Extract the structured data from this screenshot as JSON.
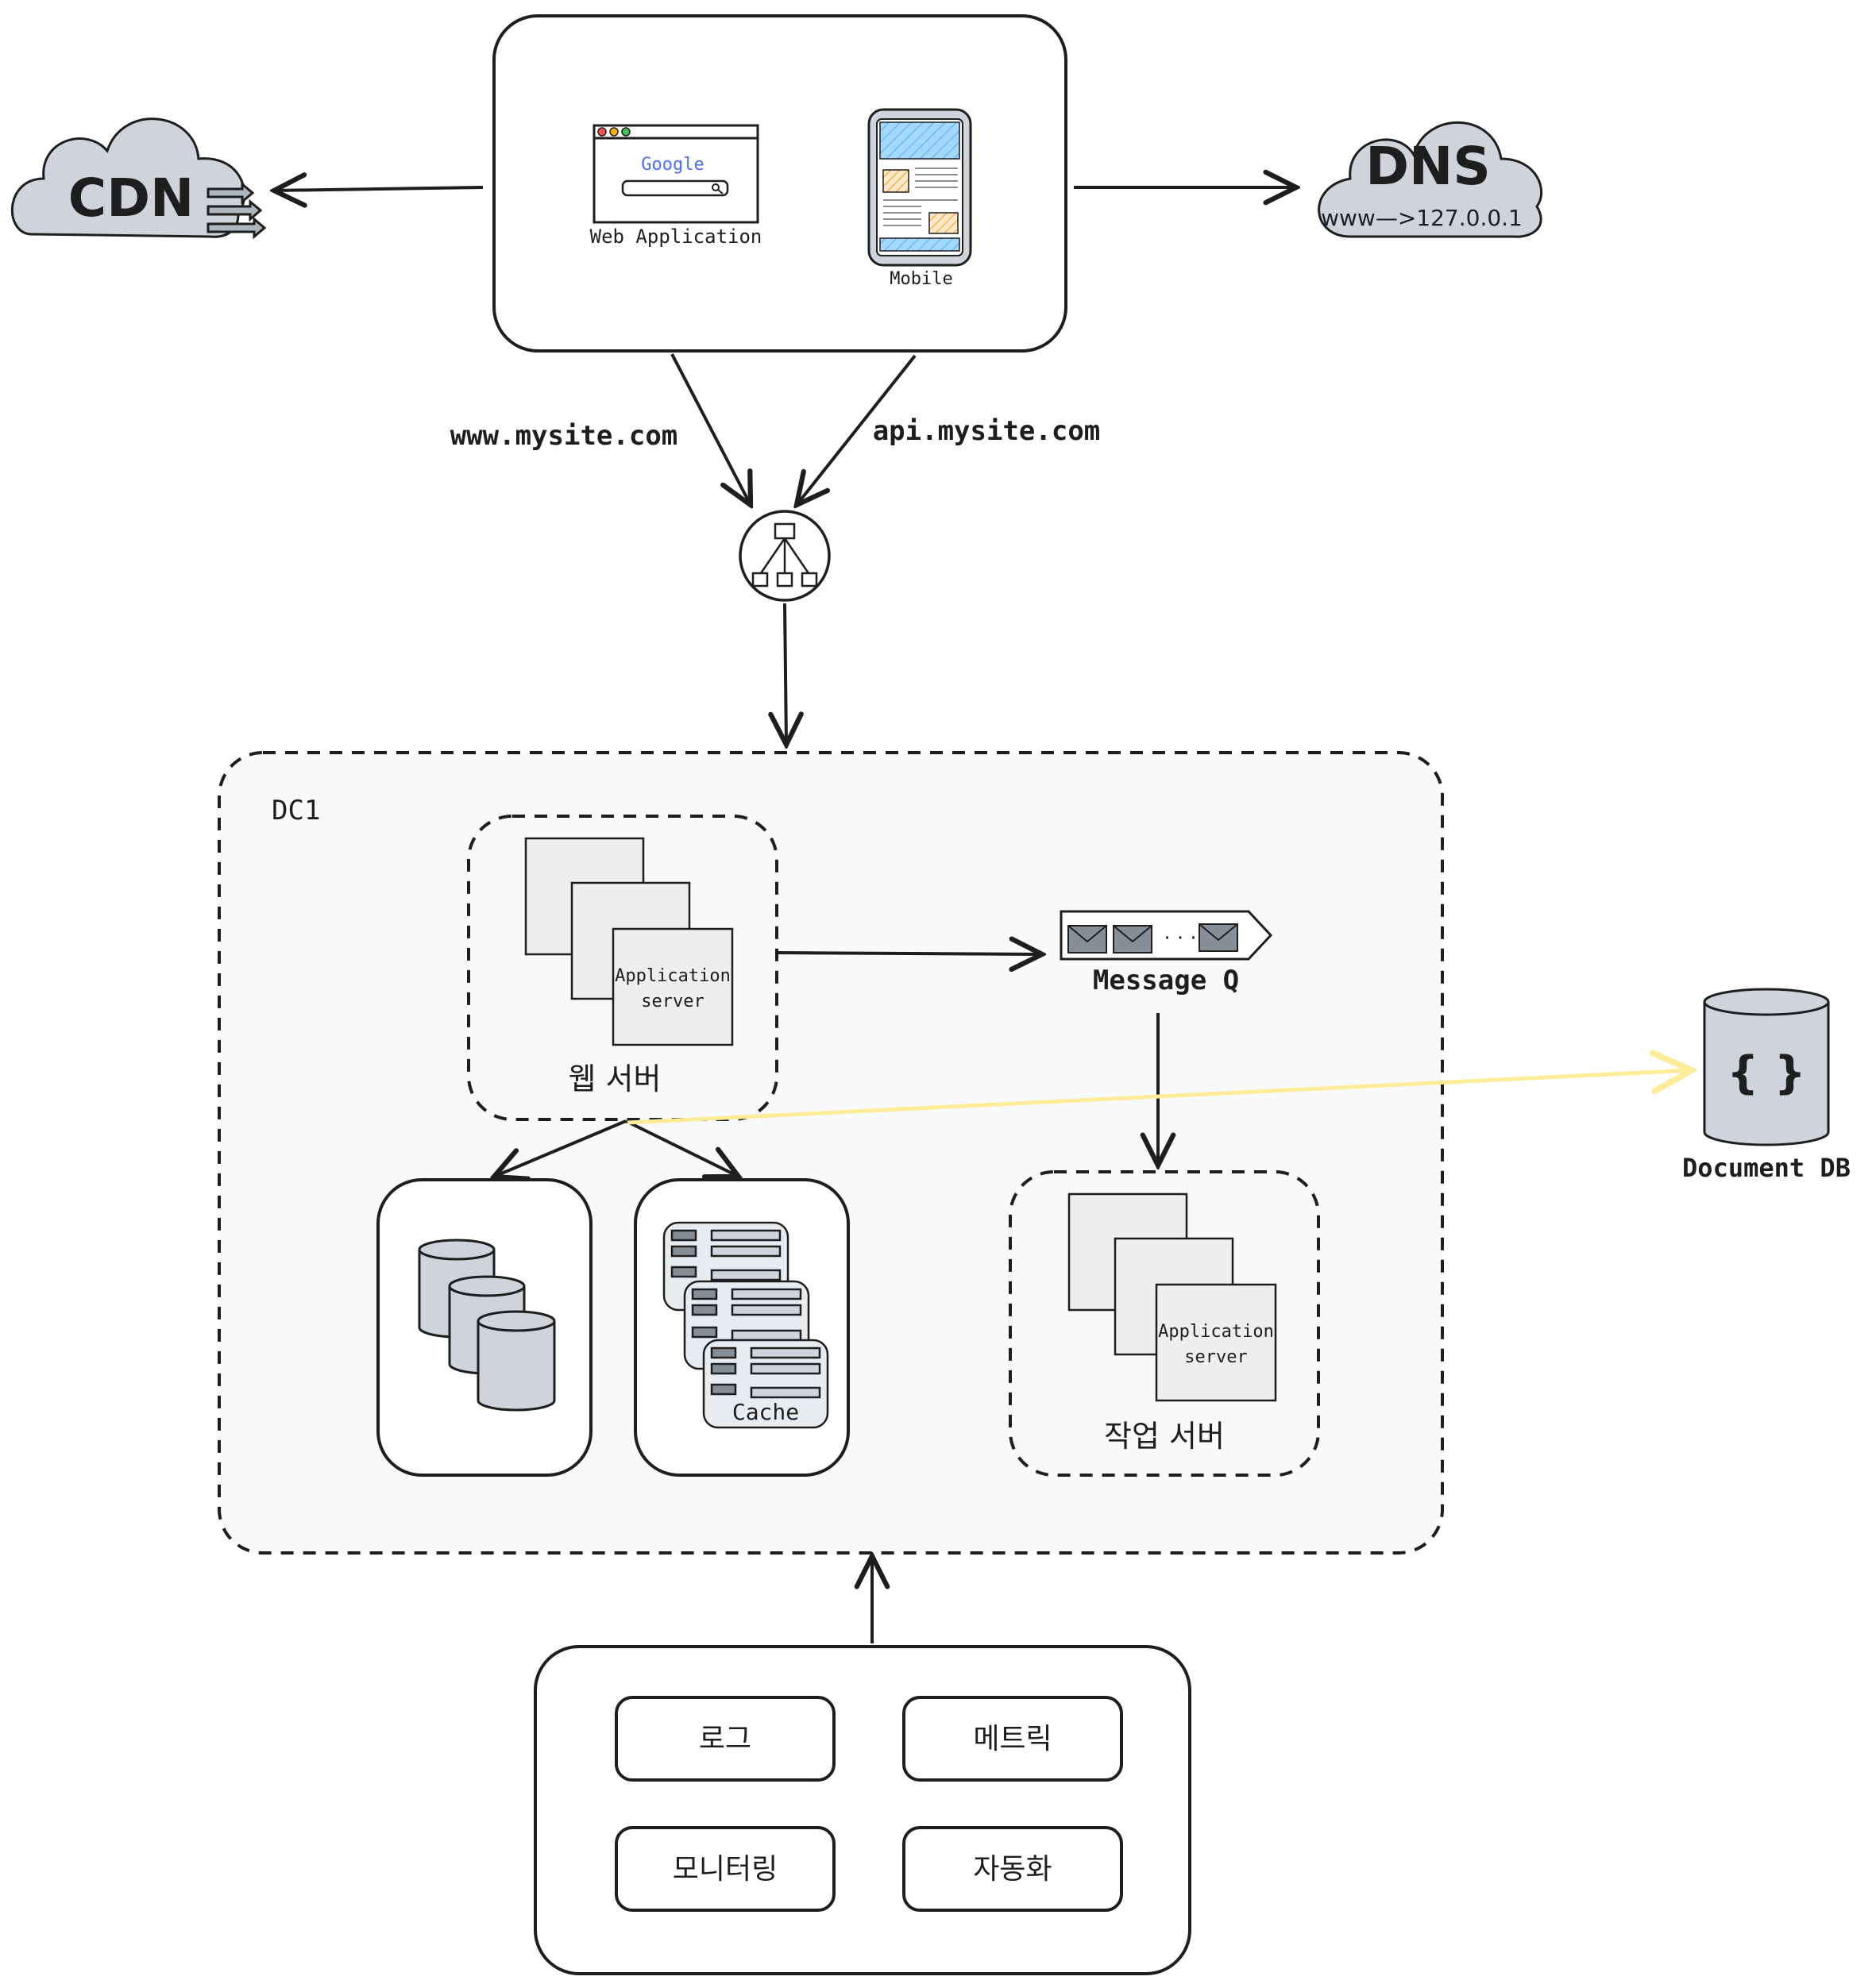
{
  "cdn": {
    "label": "CDN"
  },
  "dns": {
    "label": "DNS",
    "mapping": "www—>127.0.0.1"
  },
  "clients": {
    "web": {
      "browser_logo": "Google",
      "label": "Web Application"
    },
    "mobile": {
      "label": "Mobile"
    }
  },
  "routes": {
    "www": "www.mysite.com",
    "api": "api.mysite.com"
  },
  "dc": {
    "label": "DC1",
    "web_servers": {
      "label": "웹 서버",
      "server_text_1": "Application",
      "server_text_2": "server"
    },
    "message_queue": {
      "label": "Message Q"
    },
    "cache": {
      "label": "Cache"
    },
    "workers": {
      "label": "작업 서버",
      "server_text_1": "Application",
      "server_text_2": "server"
    }
  },
  "document_db": {
    "label": "Document DB",
    "icon_text": "{ }"
  },
  "tools": {
    "items": [
      "로그",
      "메트릭",
      "모니터링",
      "자동화"
    ]
  },
  "colors": {
    "db_fill": "#ced4da",
    "dc_fill": "#f8f9fa",
    "highlight_line": "#ffec99",
    "stroke": "#1e1e1e"
  }
}
